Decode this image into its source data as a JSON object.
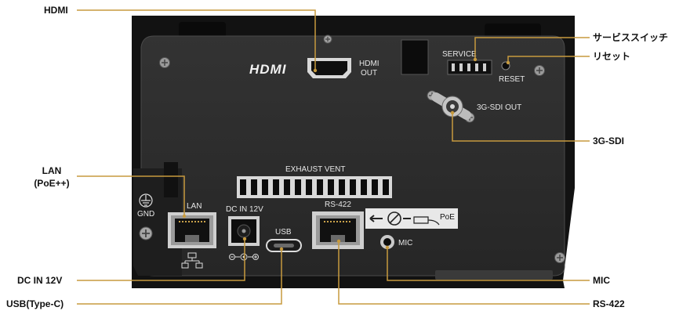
{
  "callouts_left": {
    "hdmi": "HDMI",
    "lan_line1": "LAN",
    "lan_line2": "(PoE++)",
    "dc_in": "DC IN 12V",
    "usb": "USB(Type-C)"
  },
  "callouts_right": {
    "service_switch": "サービススイッチ",
    "reset": "リセット",
    "sdi": "3G-SDI",
    "mic": "MIC",
    "rs422": "RS-422"
  },
  "panel_labels": {
    "hdmi_logo": "HDMI",
    "hdmi_out_line1": "HDMI",
    "hdmi_out_line2": "OUT",
    "service": "SERVICE",
    "reset": "RESET",
    "sdi_out": "3G-SDI OUT",
    "exhaust": "EXHAUST VENT",
    "gnd": "GND",
    "lan": "LAN",
    "dc_in": "DC IN 12V",
    "usb": "USB",
    "rs422": "RS-422",
    "mic": "MIC",
    "poe": "PoE"
  },
  "colors": {
    "leader_line": "#c79a3e",
    "panel": "#2b2b2b",
    "housing": "#141414",
    "label_text": "#e6e6e6"
  }
}
